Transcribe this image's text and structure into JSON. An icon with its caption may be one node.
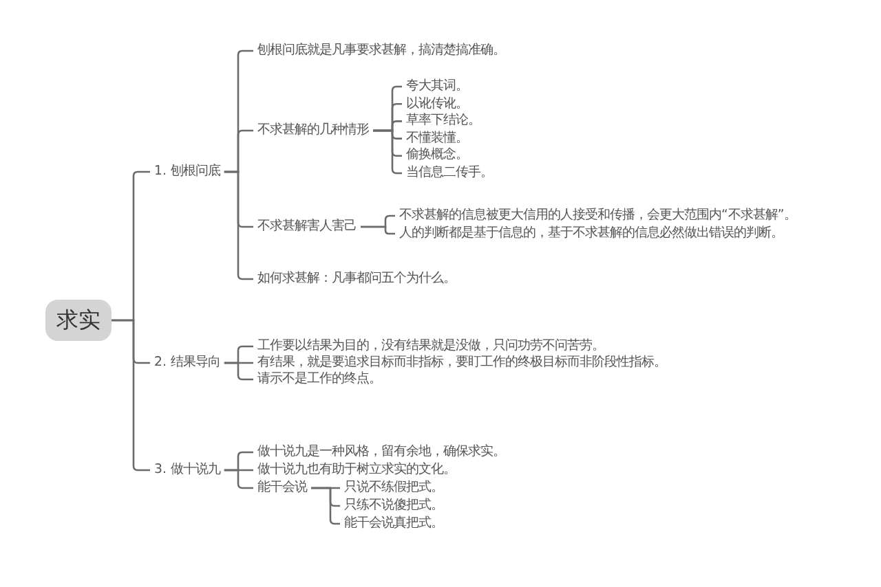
{
  "diagram": {
    "nodes": [
      {
        "text": [
          "求实"
        ]
      },
      {
        "text": [
          "1. 刨根问底"
        ]
      },
      {
        "text": [
          "刨根问底就是凡事要求甚解，搞清楚搞准确。"
        ]
      },
      {
        "text": [
          "不求甚解的几种情形"
        ]
      },
      {
        "text": [
          "夸大其词。"
        ]
      },
      {
        "text": [
          "以讹传讹。"
        ]
      },
      {
        "text": [
          "草率下结论。"
        ]
      },
      {
        "text": [
          "不懂装懂。"
        ]
      },
      {
        "text": [
          "偷换概念。"
        ]
      },
      {
        "text": [
          "当信息二传手。"
        ]
      },
      {
        "text": [
          "不求甚解害人害己"
        ]
      },
      {
        "text": [
          "不求甚解的信息被更大信用的人接受和传播，会更大范围内“不求甚解”。"
        ]
      },
      {
        "text": [
          "人的判断都是基于信息的，基于不求甚解的信息必然做出错误的判断。"
        ]
      },
      {
        "text": [
          "如何求甚解：凡事都问五个为什么。"
        ]
      },
      {
        "text": [
          "2. 结果导向"
        ]
      },
      {
        "text": [
          "工作要以结果为目的，没有结果就是没做，只问功劳不问苦劳。"
        ]
      },
      {
        "text": [
          "有结果，就是要追求目标而非指标，要盯工作的终极目标而非阶段性指标。"
        ]
      },
      {
        "text": [
          "请示不是工作的终点。"
        ]
      },
      {
        "text": [
          "3. 做十说九"
        ]
      },
      {
        "text": [
          "做十说九是一种风格，留有余地，确保求实。"
        ]
      },
      {
        "text": [
          "做十说九也有助于树立求实的文化。"
        ]
      },
      {
        "text": [
          "能干会说"
        ]
      },
      {
        "text": [
          "只说不练假把式。"
        ]
      },
      {
        "text": [
          "只练不说傻把式。"
        ]
      },
      {
        "text": [
          "能干会说真把式。"
        ]
      }
    ],
    "edges": [
      {
        "from": 0,
        "to": 1,
        "arrow": "none"
      },
      {
        "from": 1,
        "to": 2,
        "arrow": "none"
      },
      {
        "from": 1,
        "to": 3,
        "arrow": "none"
      },
      {
        "from": 3,
        "to": 4,
        "arrow": "none"
      },
      {
        "from": 3,
        "to": 5,
        "arrow": "none"
      },
      {
        "from": 3,
        "to": 6,
        "arrow": "none"
      },
      {
        "from": 3,
        "to": 7,
        "arrow": "none"
      },
      {
        "from": 3,
        "to": 8,
        "arrow": "none"
      },
      {
        "from": 3,
        "to": 9,
        "arrow": "none"
      },
      {
        "from": 1,
        "to": 10,
        "arrow": "none"
      },
      {
        "from": 10,
        "to": 11,
        "arrow": "none"
      },
      {
        "from": 10,
        "to": 12,
        "arrow": "none"
      },
      {
        "from": 1,
        "to": 13,
        "arrow": "none"
      },
      {
        "from": 0,
        "to": 14,
        "arrow": "none"
      },
      {
        "from": 14,
        "to": 15,
        "arrow": "none"
      },
      {
        "from": 14,
        "to": 16,
        "arrow": "none"
      },
      {
        "from": 14,
        "to": 17,
        "arrow": "none"
      },
      {
        "from": 0,
        "to": 18,
        "arrow": "none"
      },
      {
        "from": 18,
        "to": 19,
        "arrow": "none"
      },
      {
        "from": 18,
        "to": 20,
        "arrow": "none"
      },
      {
        "from": 18,
        "to": 21,
        "arrow": "none"
      },
      {
        "from": 21,
        "to": 22,
        "arrow": "none"
      },
      {
        "from": 21,
        "to": 23,
        "arrow": "none"
      },
      {
        "from": 21,
        "to": 24,
        "arrow": "none"
      }
    ]
  }
}
